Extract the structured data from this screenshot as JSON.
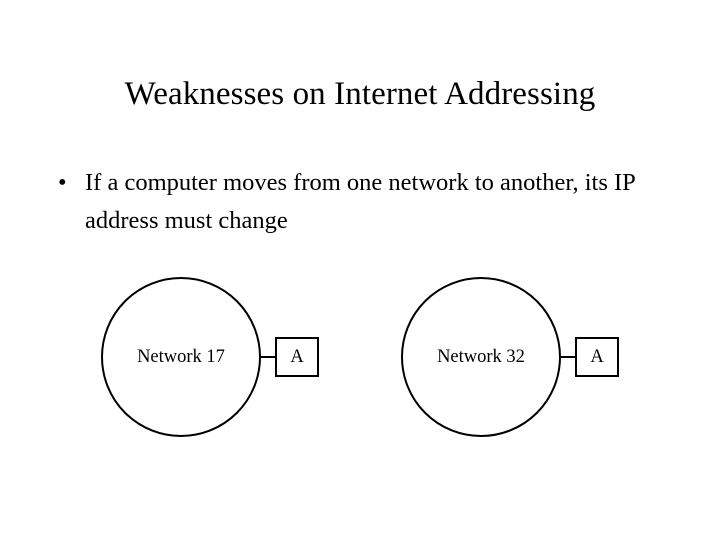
{
  "slide": {
    "title": "Weaknesses on Internet Addressing",
    "bullets": [
      {
        "marker": "•",
        "text": "If a computer moves from one network to another, its IP address must change"
      }
    ],
    "diagram": {
      "networks": [
        {
          "circle_label": "Network 17",
          "host_label": "A"
        },
        {
          "circle_label": "Network 32",
          "host_label": "A"
        }
      ]
    },
    "colors": {
      "background": "#ffffff",
      "text": "#000000",
      "stroke": "#000000"
    }
  }
}
